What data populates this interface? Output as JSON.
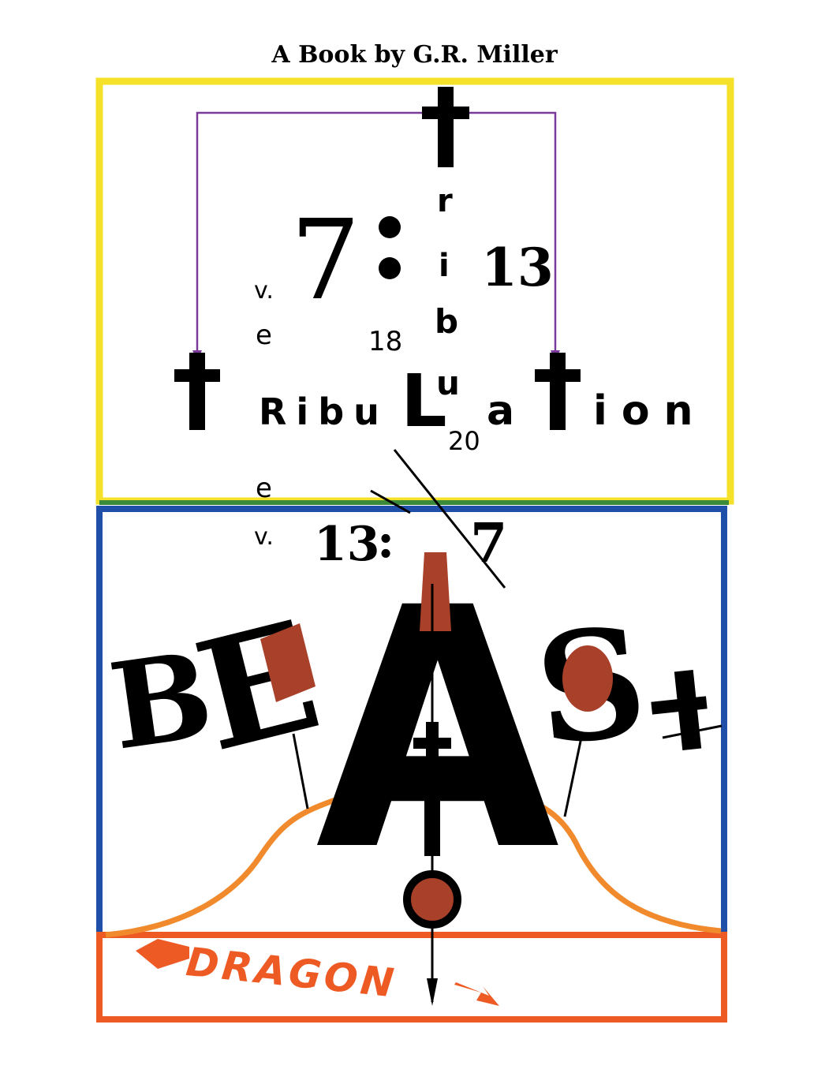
{
  "author_line": "A Book by G.R. Miller",
  "top_verse": {
    "prefix": "v.",
    "chapter": "7",
    "colon": ":",
    "verse": "13",
    "rev_letter": "e",
    "verse_range_start": "18",
    "verse_range_end": "20"
  },
  "vertical_word": {
    "letters": [
      "r",
      "i",
      "b",
      "u"
    ]
  },
  "tribulation": {
    "part1": "Ribu",
    "big_letter": "L",
    "part2": "a",
    "part3": "ion"
  },
  "bottom_verse": {
    "rev_letter": "e",
    "prefix": "v.",
    "chapter": "13",
    "colon": ":",
    "verse": "7"
  },
  "beast_word": {
    "letters": [
      "B",
      "E",
      "A",
      "S"
    ]
  },
  "dragon_word": "DRAGON",
  "colors": {
    "top_frame": "#f5e12a",
    "middle_divider": "#3a8a3a",
    "bottom_frame": "#1f4fa8",
    "dragon_frame": "#ee5a24",
    "hill": "#f08a2c",
    "bracket": "#7a3a9a",
    "beast_fill": "#a8402a"
  }
}
